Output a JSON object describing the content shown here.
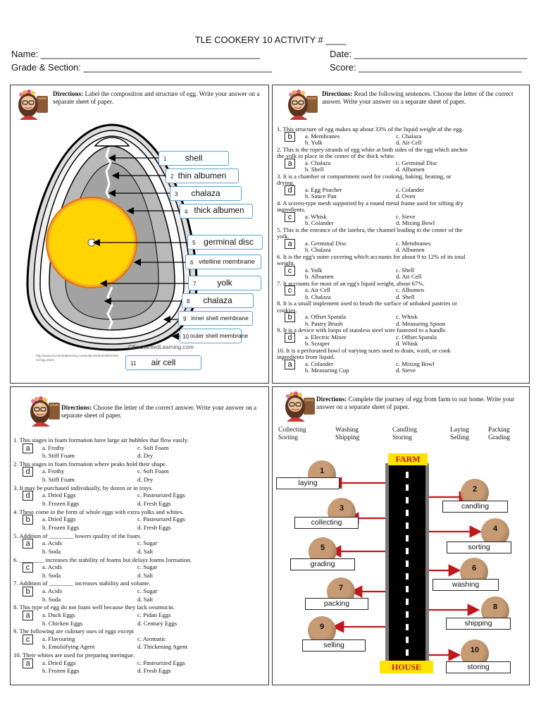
{
  "header": {
    "title": "TLE COOKERY 10 ACTIVITY # ____",
    "name_label": "Name:",
    "name_blank": "___________________________________________",
    "grade_label": "Grade & Section:",
    "grade_blank": "_____________________________________",
    "date_label": "Date:",
    "date_blank": "__________________________________",
    "score_label": "Score:",
    "score_blank": "________________________________"
  },
  "panel1": {
    "directions_bold": "Directions:",
    "directions_text": " Label the composition and structure of egg. Write your answer on a separate sheet of paper.",
    "credit": "©EnchantedLearning.com",
    "source_url": "http://www.enchantedlearning.com/subjects/birds/info/chicken/egg.shtml",
    "labels": [
      {
        "num": "1",
        "text": "shell"
      },
      {
        "num": "2",
        "text": "thin albumen"
      },
      {
        "num": "3",
        "text": "chalaza"
      },
      {
        "num": "4",
        "text": "thick albumen"
      },
      {
        "num": "5",
        "text": "germinal disc"
      },
      {
        "num": "6",
        "text": "vitelline membrane"
      },
      {
        "num": "7",
        "text": "yolk"
      },
      {
        "num": "8",
        "text": "chalaza"
      },
      {
        "num": "9",
        "text": "inner shell membrane"
      },
      {
        "num": "10",
        "text": "outer shell membrane"
      },
      {
        "num": "11",
        "text": "air cell"
      }
    ]
  },
  "panel2": {
    "directions_bold": "Directions:",
    "directions_text": " Read the following sentences. Choose the letter of the correct answer. Write your answer on a separate sheet of paper.",
    "questions": [
      {
        "text": [
          "1. This structure of egg makes up about 33% of the liquid weight of the egg."
        ],
        "answer": "b",
        "a": "a. Membranes",
        "b": "b. Yolk",
        "c": "c. Chalaza",
        "d": "d. Air Cell"
      },
      {
        "text": [
          "2. This is the ropey strands of egg white at both sides of the egg which anchor",
          "the yolk in place in the center of the thick white."
        ],
        "answer": "a",
        "a": "a. Chalaza",
        "b": "b. Shell",
        "c": "c. Germinal Disc",
        "d": "d. Albumen"
      },
      {
        "text": [
          "3. It is a chamber or compartment used for cooking, baking, heating, or",
          "drying."
        ],
        "answer": "d",
        "a": "a. Egg Poacher",
        "b": "b. Sauce Pan",
        "c": "c. Colander",
        "d": "d. Oven"
      },
      {
        "text": [
          "4. A screen-type mesh supported by a round metal frame used for sifting dry",
          "ingredients."
        ],
        "answer": "c",
        "a": "a. Whisk",
        "b": "b. Colander",
        "c": "c. Sieve",
        "d": "d. Mixing Bowl"
      },
      {
        "text": [
          "5. This is the entrance of the latebra, the channel leading to the center of the",
          "yolk."
        ],
        "answer": "a",
        "a": "a. Germinal Disc",
        "b": "b. Chalaza",
        "c": "c. Membranes",
        "d": "d. Albumen"
      },
      {
        "text": [
          "6. It is the egg's outer covering which accounts for about 9 to 12% of its total",
          "weight."
        ],
        "answer": "c",
        "a": "a. Yolk",
        "b": "b. Albumen",
        "c": "c. Shell",
        "d": "d. Air Cell"
      },
      {
        "text": [
          "7. It accounts for most of an egg's liquid weight, about 67%."
        ],
        "answer": "c",
        "a": "a. Air Cell",
        "b": "b. Chalaza",
        "c": "c. Albumen",
        "d": "d. Shell"
      },
      {
        "text": [
          "8. It is a small implement used to brush the surface of unbaked pastries or",
          "cookies."
        ],
        "answer": "b",
        "a": "a. Offset Spatula",
        "b": "b. Pastry Brush",
        "c": "c. Whisk",
        "d": "d. Measuring Spoon"
      },
      {
        "text": [
          "9. It is a device with loops of stainless steel wire fastened to a handle."
        ],
        "answer": "d",
        "a": "a. Electric Mixer",
        "b": "b. Scraper",
        "c": "c. Offset Spatula",
        "d": "d. Whisk"
      },
      {
        "text": [
          "10. It is a perforated bowl of varying sizes used to drain, wash, or cook",
          "ingredients from liquid."
        ],
        "answer": "a",
        "a": "a. Colander",
        "b": "b. Measuring Cup",
        "c": "c. Mixing Bowl",
        "d": "d. Sieve"
      }
    ]
  },
  "panel3": {
    "directions_bold": "Directions:",
    "directions_text": " Choose the letter of the correct answer. Write your answer on a separate sheet of paper.",
    "questions": [
      {
        "text": "1. This stages in foam formation have large air bubbles that flow easily.",
        "answer": "a",
        "a": "a. Frothy",
        "b": "b. Stiff Foam",
        "c": "c. Soft Foam",
        "d": "d. Dry"
      },
      {
        "text": "2. This stages in foam formation where peaks hold their shape.",
        "answer": "d",
        "a": "a. Frothy",
        "b": "b. Stiff Foam",
        "c": "c. Soft Foam",
        "d": "d. Dry"
      },
      {
        "text": "3. It may be purchased individually, by dozen or in trays.",
        "answer": "d",
        "a": "a. Dried Eggs",
        "b": "b. Frozen Eggs",
        "c": "c. Pasteurized Eggs",
        "d": "d. Fresh Eggs"
      },
      {
        "text": "4. These come in the form of whole eggs with extra yolks and whites.",
        "answer": "b",
        "a": "a. Dried Eggs",
        "b": "b. Frozen Eggs",
        "c": "c. Pasteurized Eggs",
        "d": "d. Fresh Eggs"
      },
      {
        "text": "5. Addition of ________ lowers quality of the foam.",
        "answer": "a",
        "a": "a. Acids",
        "b": "b. Soda",
        "c": "c. Sugar",
        "d": "d. Salt"
      },
      {
        "text": "6. ________ increases the stability of foams but delays foams formation.",
        "answer": "c",
        "a": "a. Acids",
        "b": "b. Soda",
        "c": "c. Sugar",
        "d": "d. Salt"
      },
      {
        "text": "7. Addition of ________ increases stability and volume.",
        "answer": "b",
        "a": "a. Acids",
        "b": "b. Soda",
        "c": "c. Sugar",
        "d": "d. Salt"
      },
      {
        "text": "8. This type of egg do not foam well because they lack ovumucin.",
        "answer": "a",
        "a": "a. Duck Eggs",
        "b": "b. Chicken Eggs",
        "c": "c. Pidan Eggs",
        "d": "d. Century Eggs"
      },
      {
        "text": "9. The following are culinary uses of eggs except",
        "answer": "c",
        "a": "a. Flavouring",
        "b": "b. Emulsifying Agent",
        "c": "c. Aromatic",
        "d": "d. Thickening Agent"
      },
      {
        "text": "10. Their whites are used for preparing meringue.",
        "answer": "a",
        "a": "a. Dried Eggs",
        "b": "b. Frozen Eggs",
        "c": "c. Pasteurized Eggs",
        "d": "d. Fresh Eggs"
      }
    ]
  },
  "panel4": {
    "directions_bold": "Directions:",
    "directions_text": " Complete the journey of egg from farm to our home. Write your answer on a separate sheet of paper.",
    "word_bank": [
      {
        "top": "Collecting",
        "bottom": "Sorting"
      },
      {
        "top": "Washing",
        "bottom": "Shipping"
      },
      {
        "top": "Candling",
        "bottom": "Storing"
      },
      {
        "top": "Laying",
        "bottom": "Selling"
      },
      {
        "top": "Packing",
        "bottom": "Grading"
      }
    ],
    "farm_sign": "FARM",
    "house_sign": "HOUSE",
    "steps": [
      {
        "num": "1",
        "answer": "laying"
      },
      {
        "num": "2",
        "answer": "candling"
      },
      {
        "num": "3",
        "answer": "collecting"
      },
      {
        "num": "4",
        "answer": "sorting"
      },
      {
        "num": "5",
        "answer": "grading"
      },
      {
        "num": "6",
        "answer": "washing"
      },
      {
        "num": "7",
        "answer": "packing"
      },
      {
        "num": "8",
        "answer": "shipping"
      },
      {
        "num": "9",
        "answer": "selling"
      },
      {
        "num": "10",
        "answer": "storing"
      }
    ]
  }
}
